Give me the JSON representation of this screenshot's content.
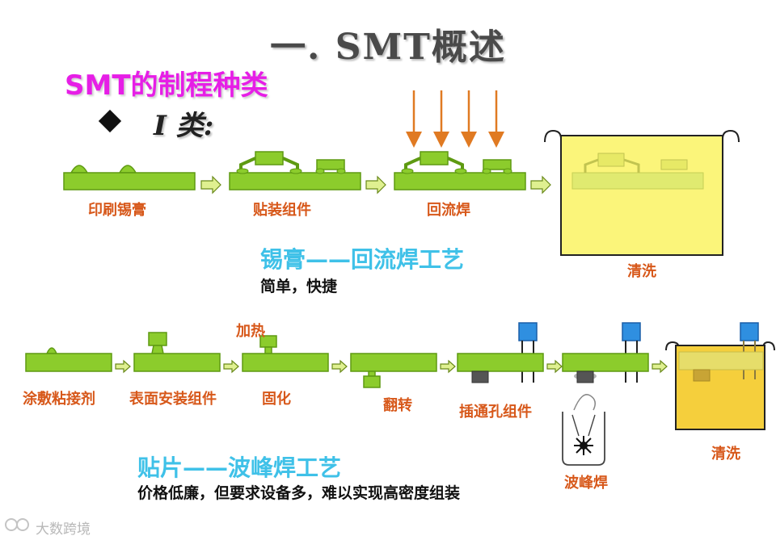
{
  "header": {
    "title": "一. SMT概述",
    "subtitle": "SMT的制程种类",
    "type_label": "I 类:"
  },
  "section1": {
    "steps": [
      "印刷锡膏",
      "贴装组件",
      "回流焊",
      "清洗"
    ],
    "process_name": "锡膏——回流焊工艺",
    "description": "简单，快捷"
  },
  "section2": {
    "steps": [
      "涂敷粘接剂",
      "表面安装组件",
      "固化",
      "翻转",
      "插通孔组件",
      "波峰焊",
      "清洗"
    ],
    "heat_label": "加热",
    "process_name": "贴片——波峰焊工艺",
    "description": "价格低廉，但要求设备多，难以实现高密度组装"
  },
  "watermark": "大数跨境",
  "colors": {
    "board": "#8ccc2c",
    "board_stroke": "#5e9a12",
    "arrow_heat": "#e07a22",
    "tank_fill": "#fbf57a",
    "caption": "#d7581a",
    "process": "#3fc1e8",
    "subtitle": "#e61ee6",
    "component_blue": "#2f8fe0",
    "component_dark": "#555555"
  }
}
